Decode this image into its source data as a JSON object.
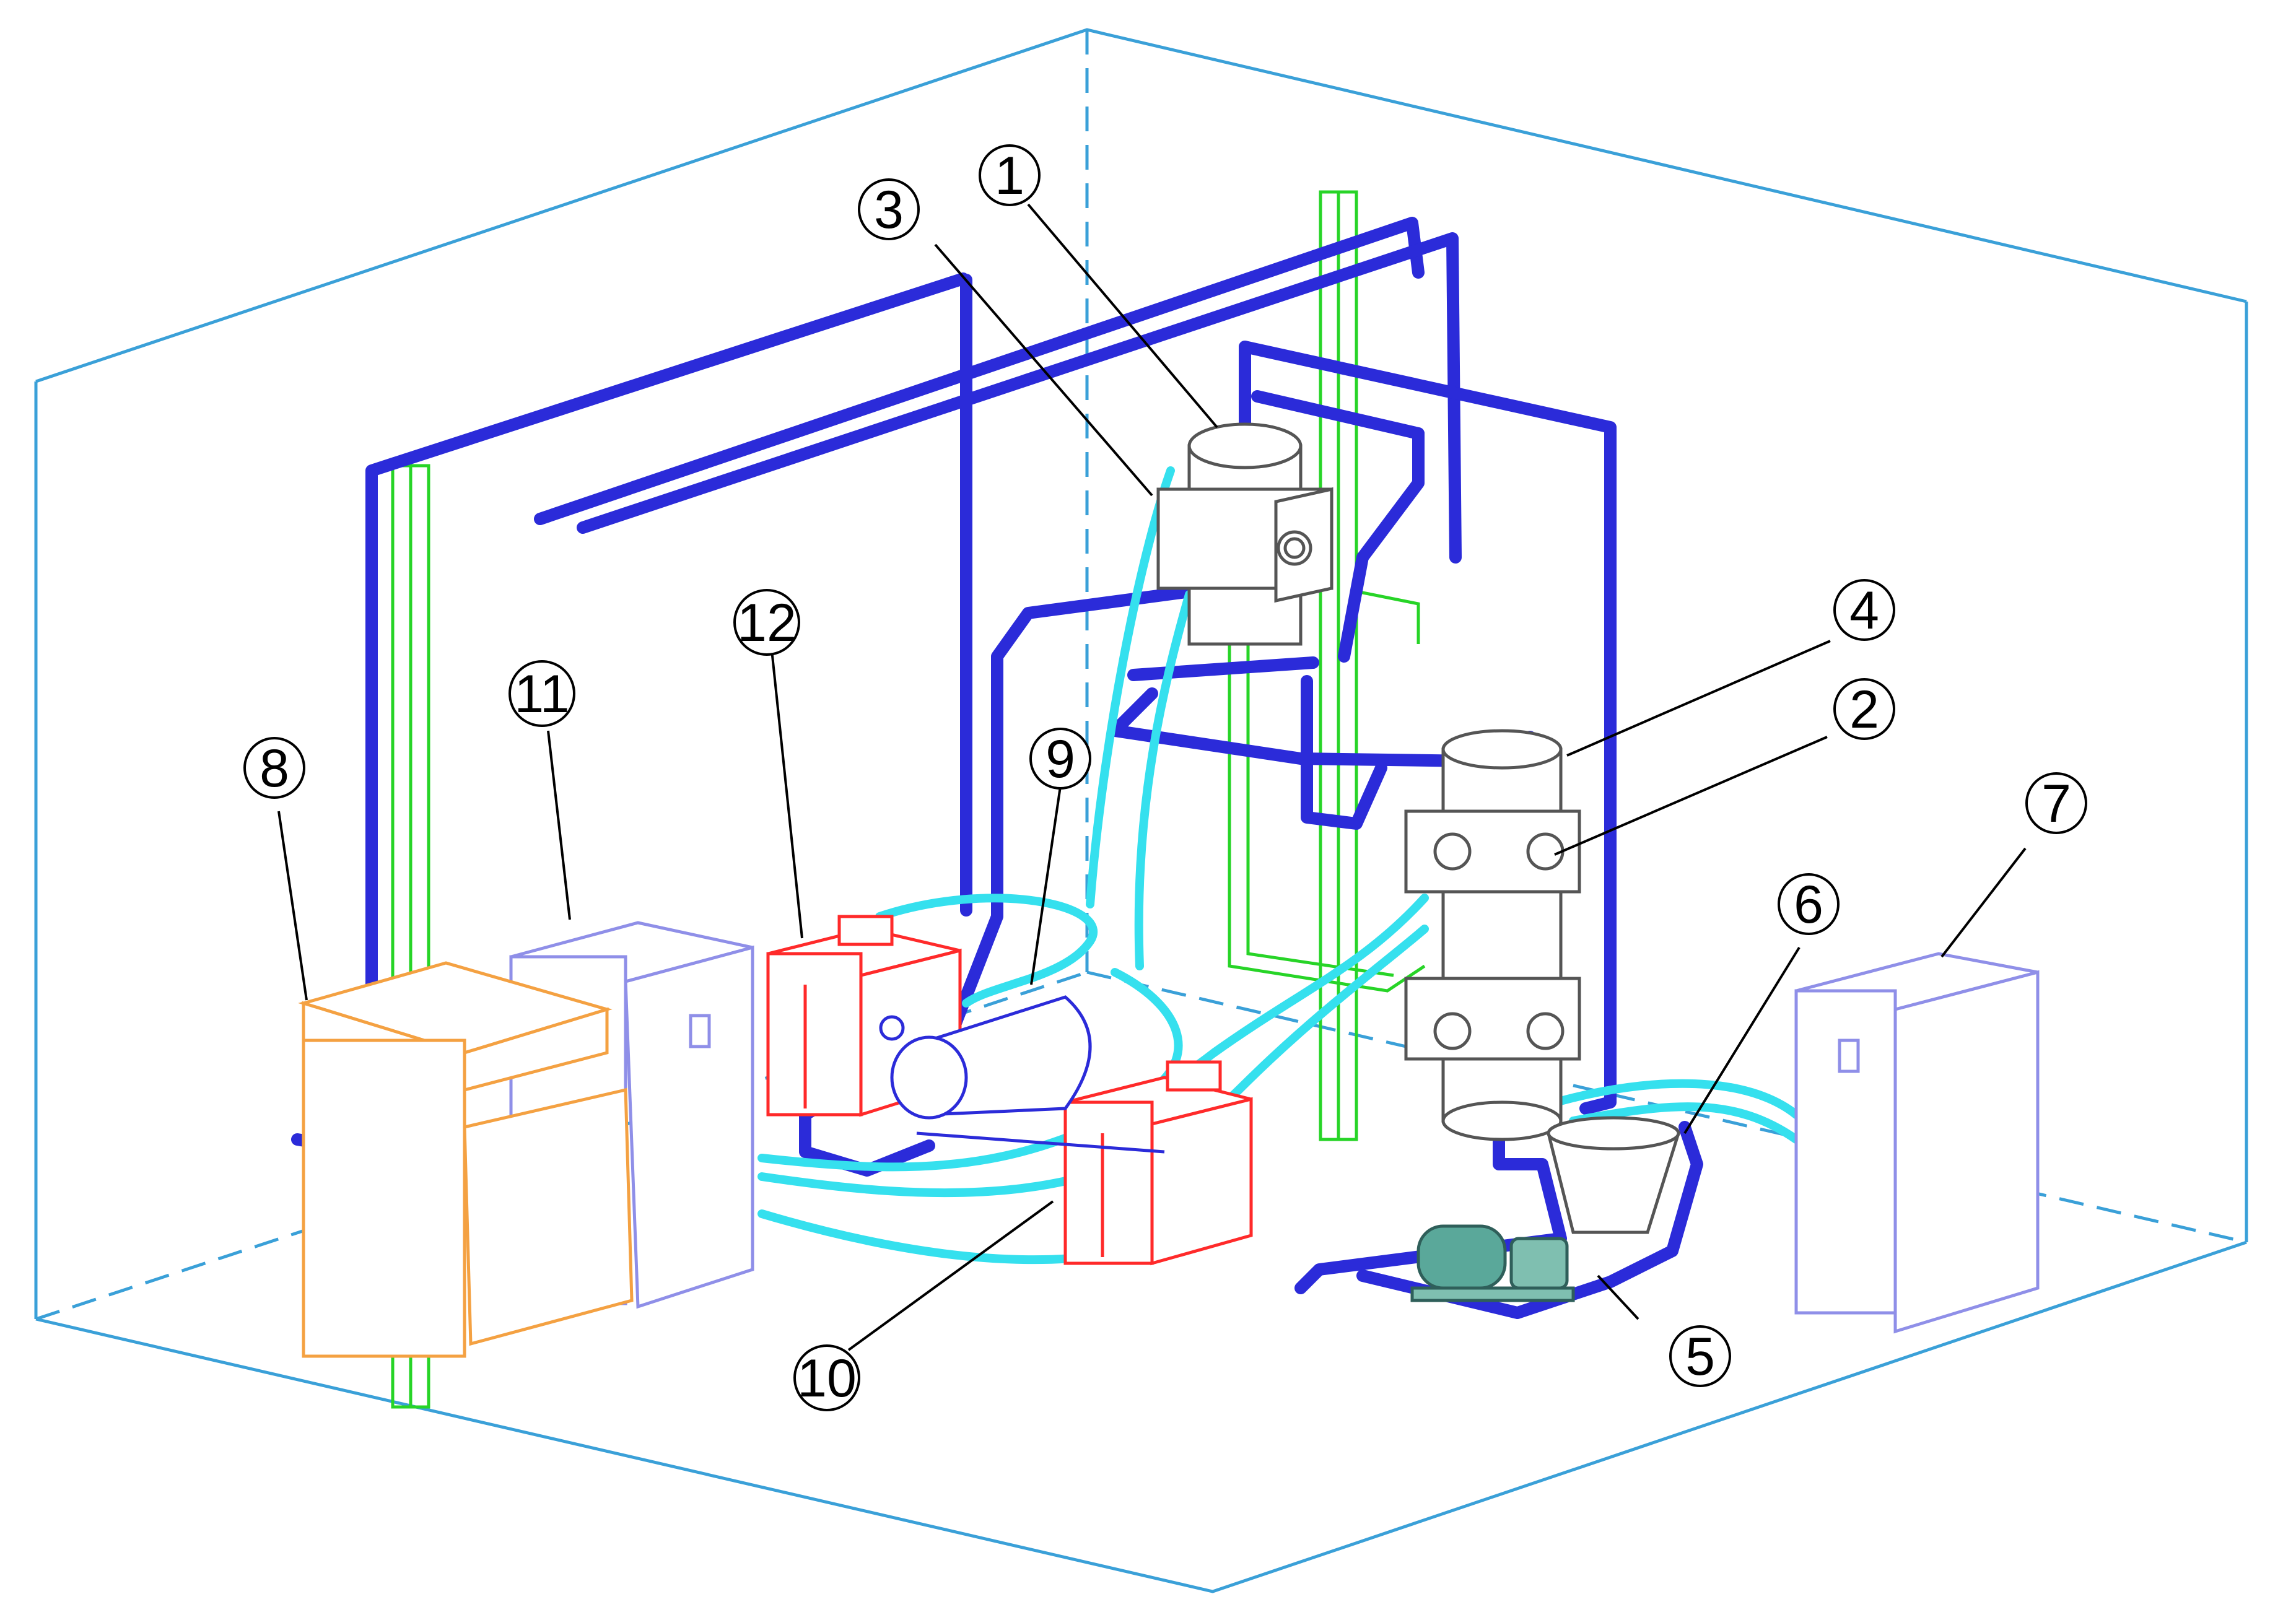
{
  "colors": {
    "room": "#3aa0d8",
    "pipe": "#2b2bd9",
    "pipe_light": "#8d8dff",
    "water_hose": "#35e0ee",
    "green_frame": "#27d427",
    "tank_red": "#ff2a2a",
    "tank_orange": "#f4a142",
    "cabinet": "#8f8fe8",
    "equipment_gray": "#555555",
    "pump_green": "#3a8a7a",
    "label": "#000000"
  },
  "callouts": [
    {
      "id": "1",
      "text": "1"
    },
    {
      "id": "2",
      "text": "2"
    },
    {
      "id": "3",
      "text": "3"
    },
    {
      "id": "4",
      "text": "4"
    },
    {
      "id": "5",
      "text": "5"
    },
    {
      "id": "6",
      "text": "6"
    },
    {
      "id": "7",
      "text": "7"
    },
    {
      "id": "8",
      "text": "8"
    },
    {
      "id": "9",
      "text": "9"
    },
    {
      "id": "10",
      "text": "10"
    },
    {
      "id": "11",
      "text": "11"
    },
    {
      "id": "12",
      "text": "12"
    }
  ]
}
